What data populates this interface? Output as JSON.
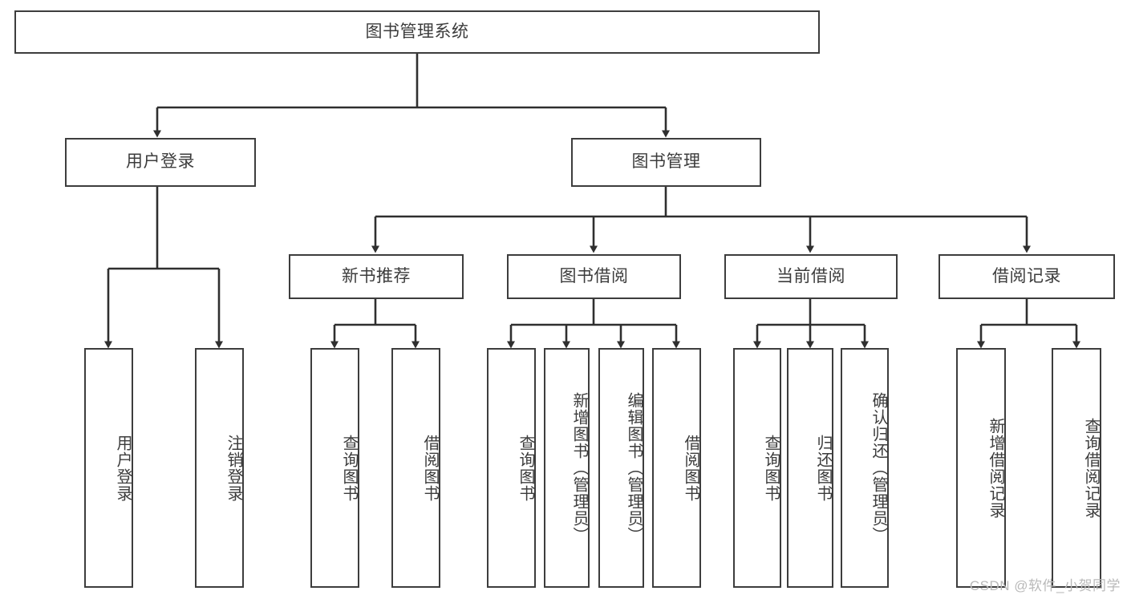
{
  "diagram": {
    "title_node": {
      "label": "图书管理系统"
    },
    "level1": [
      {
        "id": "user-login",
        "label": "用户登录"
      },
      {
        "id": "book-manage",
        "label": "图书管理"
      }
    ],
    "level2": [
      {
        "id": "new-book-recommend",
        "label": "新书推荐"
      },
      {
        "id": "book-borrow",
        "label": "图书借阅"
      },
      {
        "id": "current-borrow",
        "label": "当前借阅"
      },
      {
        "id": "borrow-record",
        "label": "借阅记录"
      }
    ],
    "leaves": [
      {
        "id": "leaf-user-login",
        "label": "用户登录",
        "parent": "user-login"
      },
      {
        "id": "leaf-logout-login",
        "label": "注销登录",
        "parent": "user-login"
      },
      {
        "id": "leaf-query-book-1",
        "label": "查询图书",
        "parent": "new-book-recommend"
      },
      {
        "id": "leaf-borrow-book-1",
        "label": "借阅图书",
        "parent": "new-book-recommend"
      },
      {
        "id": "leaf-query-book-2",
        "label": "查询图书",
        "parent": "book-borrow"
      },
      {
        "id": "leaf-add-book-admin",
        "label": "新增图书（管理员）",
        "parent": "book-borrow"
      },
      {
        "id": "leaf-edit-book-admin",
        "label": "编辑图书（管理员）",
        "parent": "book-borrow"
      },
      {
        "id": "leaf-borrow-book-2",
        "label": "借阅图书",
        "parent": "book-borrow"
      },
      {
        "id": "leaf-query-book-3",
        "label": "查询图书",
        "parent": "current-borrow"
      },
      {
        "id": "leaf-return-book",
        "label": "归还图书",
        "parent": "current-borrow"
      },
      {
        "id": "leaf-confirm-return-admin",
        "label": "确认归还（管理员）",
        "parent": "current-borrow"
      },
      {
        "id": "leaf-add-borrow-record",
        "label": "新增借阅记录",
        "parent": "borrow-record"
      },
      {
        "id": "leaf-query-borrow-record",
        "label": "查询借阅记录",
        "parent": "borrow-record"
      }
    ],
    "watermark": "CSDN @软件_小贺同学",
    "colors": {
      "box_border": "#3d3d3d",
      "box_fill": "#ffffff",
      "text": "#3c3c3c",
      "edge": "#2f2f2f",
      "watermark": "#b9b9b9",
      "background": "#ffffff"
    }
  }
}
